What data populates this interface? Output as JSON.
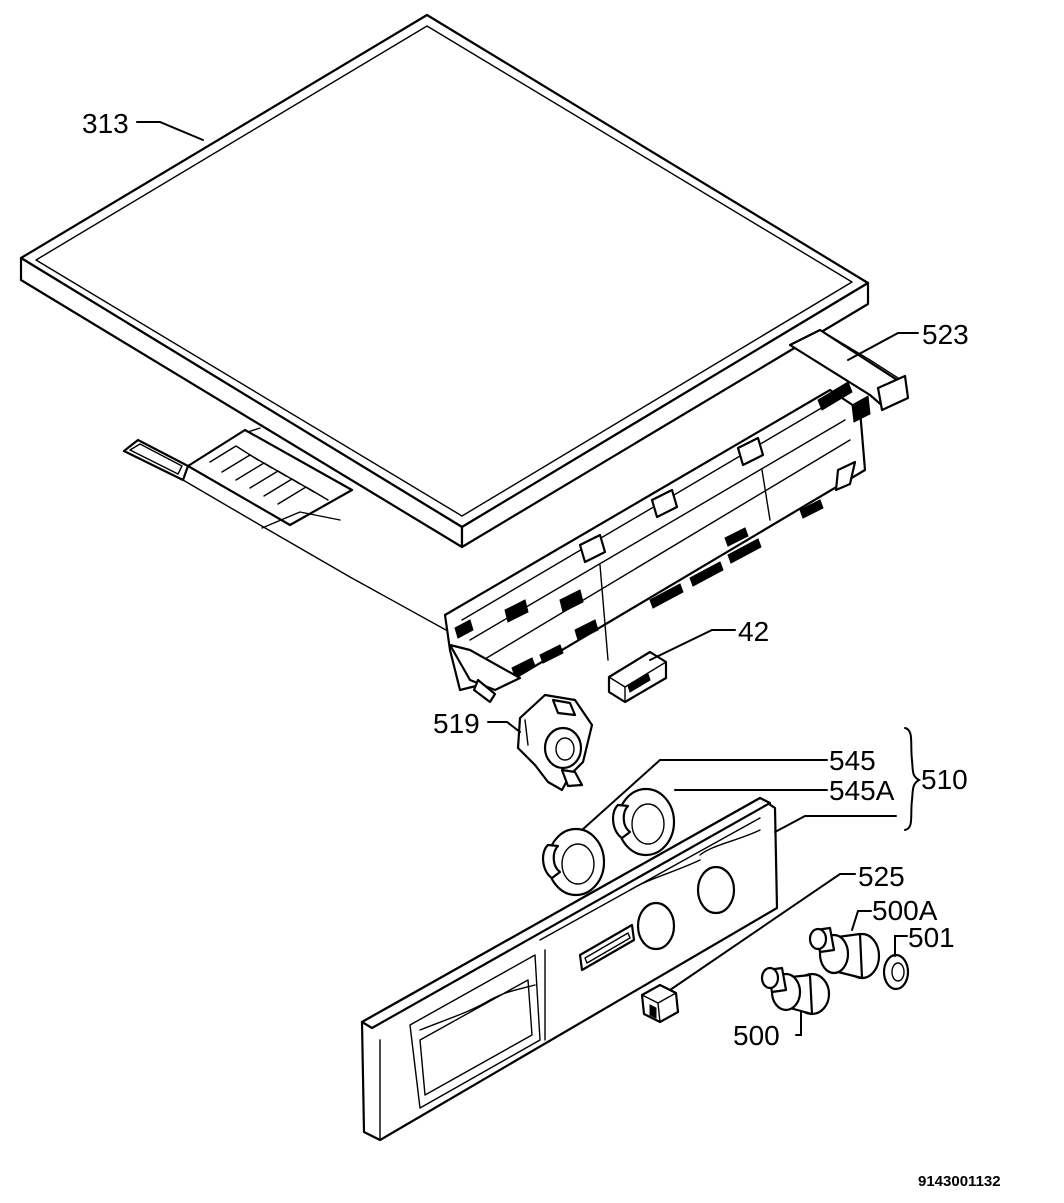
{
  "callouts": {
    "c313": "313",
    "c523": "523",
    "c42": "42",
    "c519": "519",
    "c545": "545",
    "c545a": "545A",
    "c510": "510",
    "c525": "525",
    "c500a": "500A",
    "c501": "501",
    "c500": "500"
  },
  "drawing_code": "9143001132"
}
